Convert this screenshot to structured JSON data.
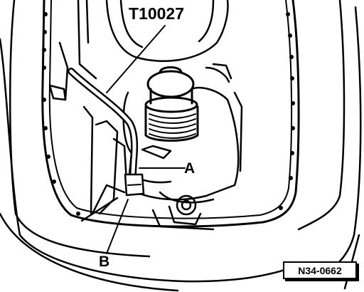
{
  "labels": {
    "tool": "T10027",
    "callout_a": "A",
    "callout_b": "B"
  },
  "reference": "N34-0662",
  "colors": {
    "ink": "#000000",
    "paper": "#ffffff"
  }
}
